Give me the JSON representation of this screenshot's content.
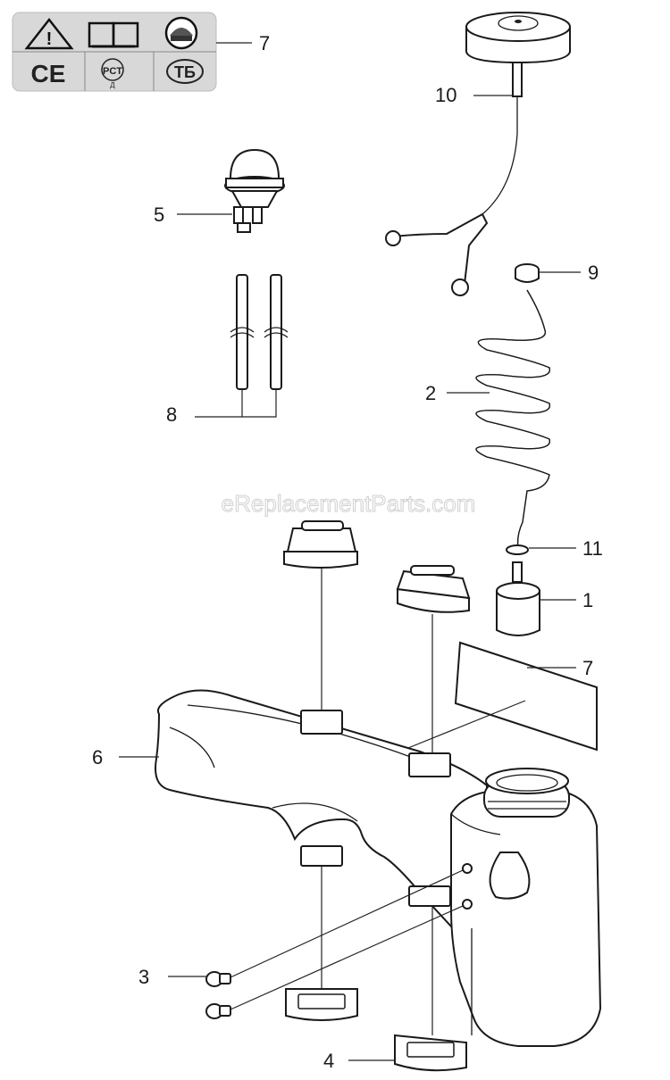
{
  "watermark": "eReplacementParts.com",
  "warning_panel": {
    "marks": [
      "CE",
      "PCT",
      "Д",
      "ТБ"
    ],
    "icons": [
      "warning-triangle-icon",
      "manual-book-icon",
      "helmet-icon"
    ]
  },
  "callouts": {
    "c1": "1",
    "c2": "2",
    "c3": "3",
    "c4": "4",
    "c5": "5",
    "c6": "6",
    "c7a": "7",
    "c7b": "7",
    "c8": "8",
    "c9": "9",
    "c10": "10",
    "c11": "11"
  }
}
